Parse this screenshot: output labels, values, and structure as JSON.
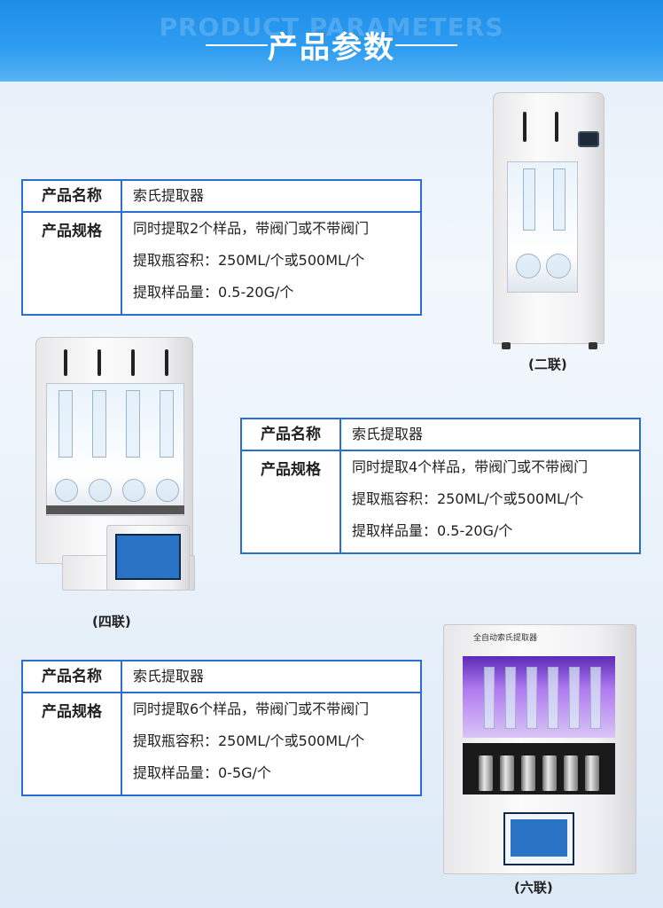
{
  "header": {
    "bg_text": "PRODUCT PARAMETERS",
    "title": "产品参数"
  },
  "products": [
    {
      "name_label": "产品名称",
      "name_value": "索氏提取器",
      "spec_label": "产品规格",
      "spec_lines": [
        "同时提取2个样品，带阀门或不带阀门",
        "提取瓶容积：250ML/个或500ML/个",
        "提取样品量：0.5-20G/个"
      ],
      "caption": "(二联)"
    },
    {
      "name_label": "产品名称",
      "name_value": "索氏提取器",
      "spec_label": "产品规格",
      "spec_lines": [
        "同时提取4个样品，带阀门或不带阀门",
        "提取瓶容积：250ML/个或500ML/个",
        "提取样品量：0.5-20G/个"
      ],
      "caption": "(四联)"
    },
    {
      "name_label": "产品名称",
      "name_value": "索氏提取器",
      "spec_label": "产品规格",
      "spec_lines": [
        "同时提取6个样品，带阀门或不带阀门",
        "提取瓶容积：250ML/个或500ML/个",
        "提取样品量：0-5G/个"
      ],
      "caption": "(六联)",
      "device_label": "全自动索氏提取器"
    }
  ],
  "colors": {
    "header_blue": "#1f8ee8",
    "table_border": "#2a6fd0"
  }
}
